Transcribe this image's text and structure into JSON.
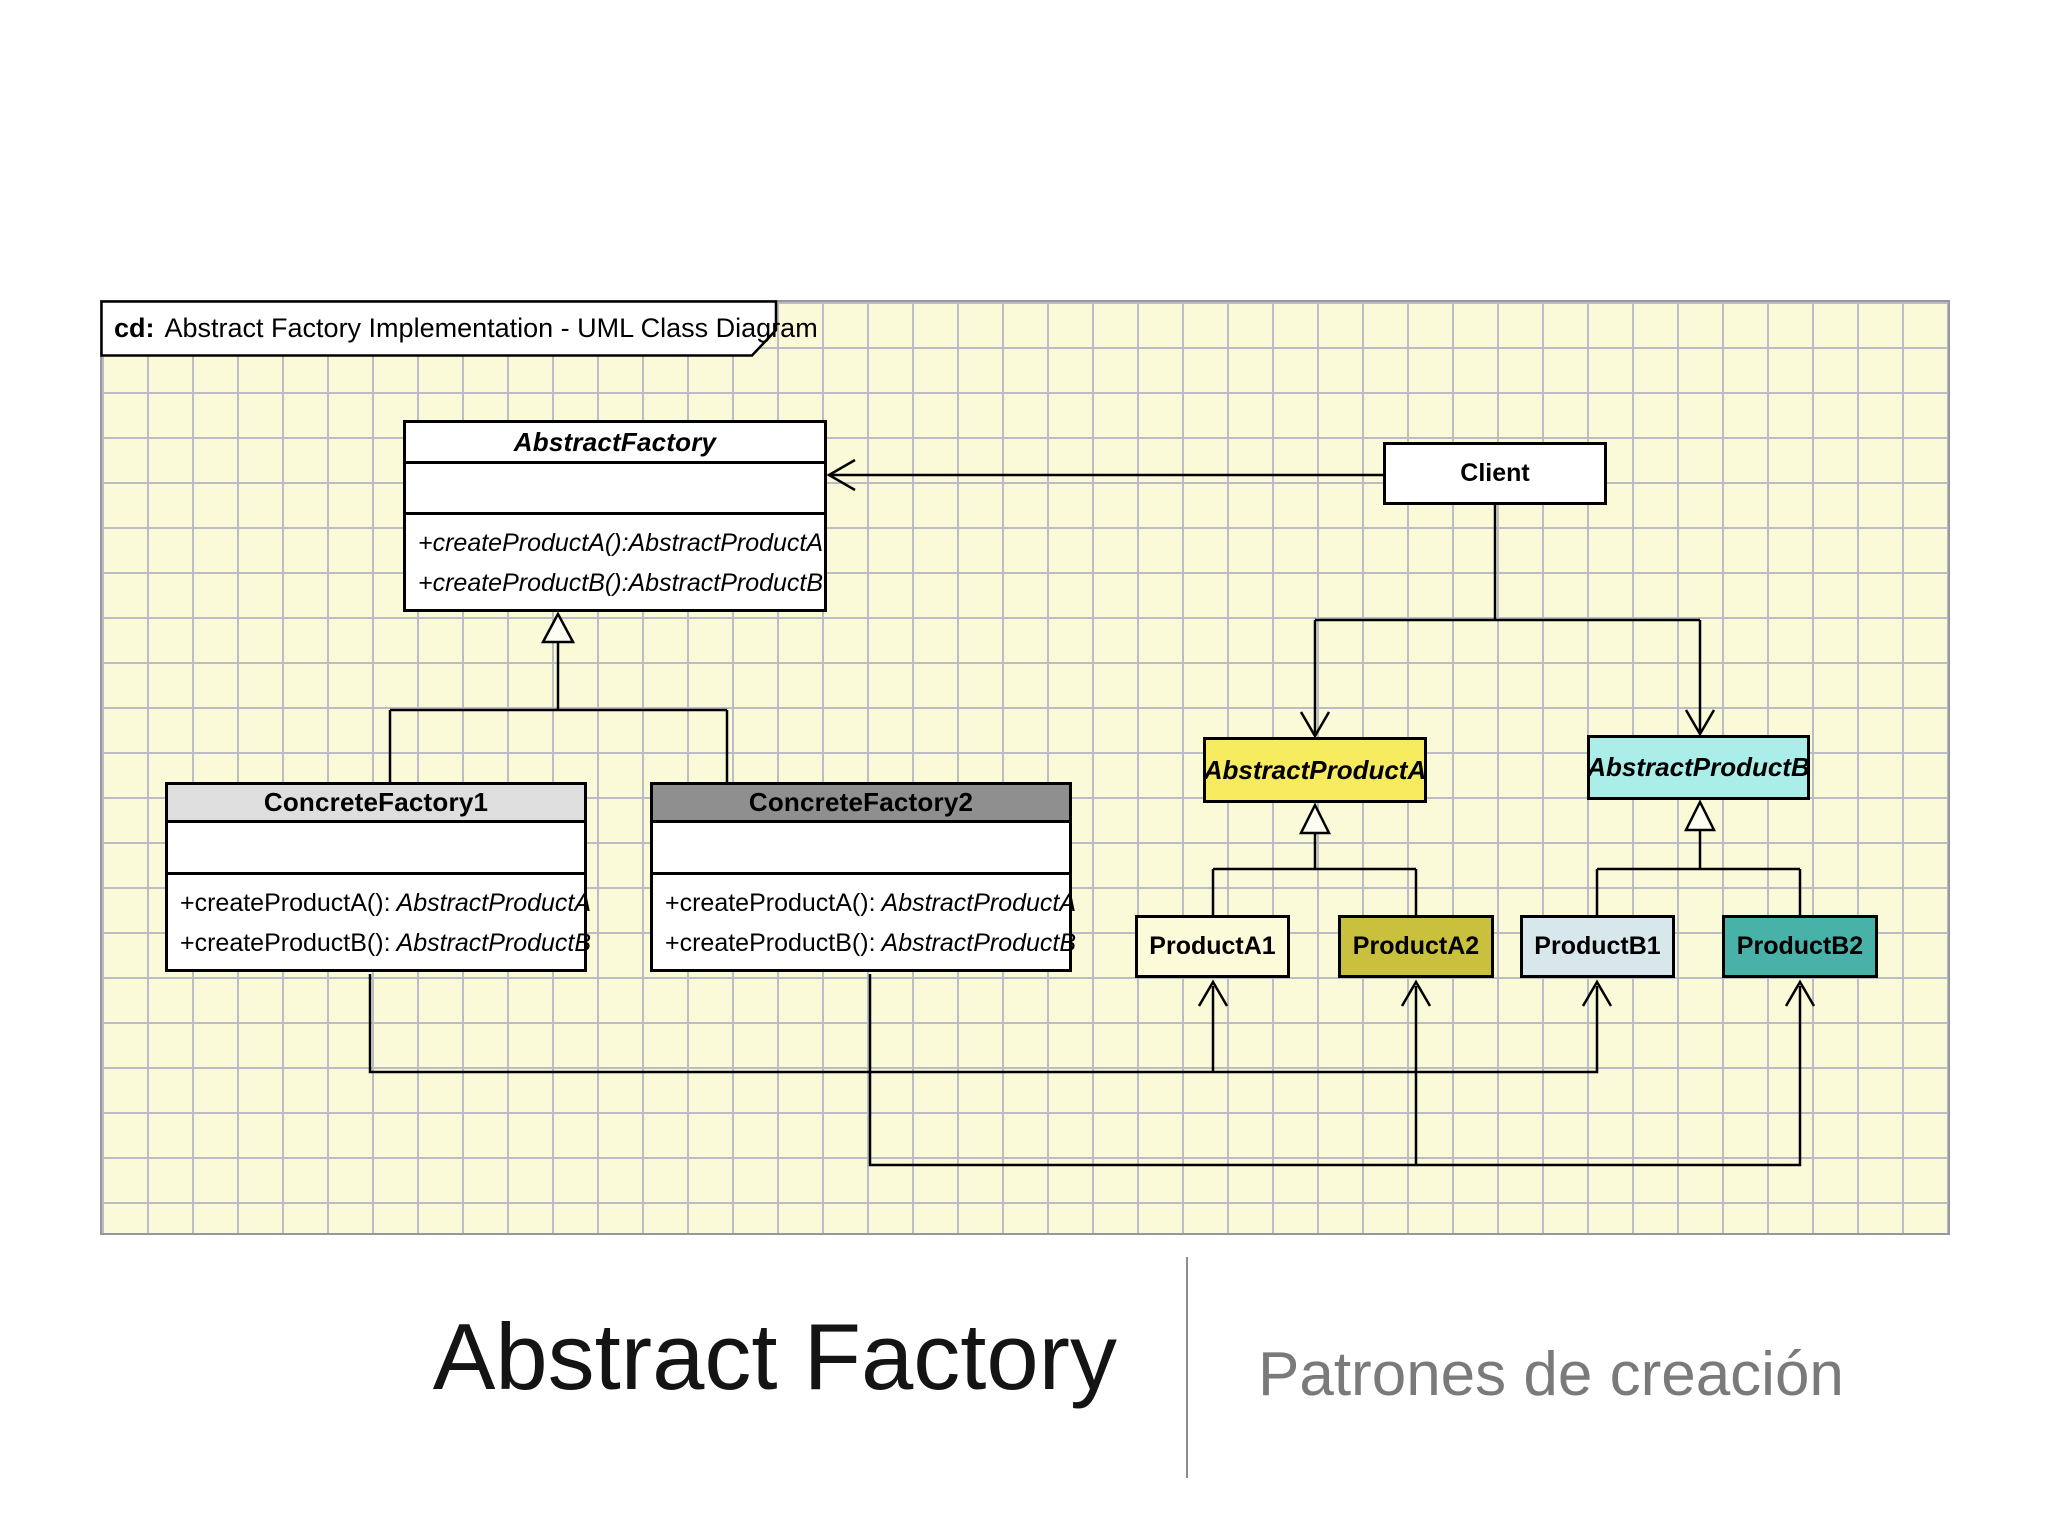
{
  "diagram": {
    "tab": {
      "prefix": "cd:",
      "title": "Abstract Factory Implementation - UML Class Diagram"
    },
    "canvas": {
      "background": "#fafad8",
      "grid_line": "#bcbcc6"
    },
    "classes": {
      "abstractFactory": {
        "name": "AbstractFactory",
        "operations": [
          "+createProductA():AbstractProductA",
          "+createProductB():AbstractProductB"
        ]
      },
      "client": {
        "name": "Client"
      },
      "concreteFactory1": {
        "name": "ConcreteFactory1",
        "header_fill": "#dedede",
        "operations": [
          {
            "sig": "+createProductA():",
            "ret": "AbstractProductA"
          },
          {
            "sig": "+createProductB():",
            "ret": "AbstractProductB"
          }
        ]
      },
      "concreteFactory2": {
        "name": "ConcreteFactory2",
        "header_fill": "#8f8f8f",
        "operations": [
          {
            "sig": "+createProductA():",
            "ret": "AbstractProductA"
          },
          {
            "sig": "+createProductB():",
            "ret": "AbstractProductB"
          }
        ]
      },
      "abstractProductA": {
        "name": "AbstractProductA",
        "fill": "#f6ea5e"
      },
      "abstractProductB": {
        "name": "AbstractProductB",
        "fill": "#abeee9"
      },
      "productA1": {
        "name": "ProductA1",
        "fill": "#fbfad9"
      },
      "productA2": {
        "name": "ProductA2",
        "fill": "#c9c03e"
      },
      "productB1": {
        "name": "ProductB1",
        "fill": "#d8e7eb"
      },
      "productB2": {
        "name": "ProductB2",
        "fill": "#48b2a8"
      }
    }
  },
  "footer": {
    "title": "Abstract Factory",
    "subtitle": "Patrones de creación"
  }
}
